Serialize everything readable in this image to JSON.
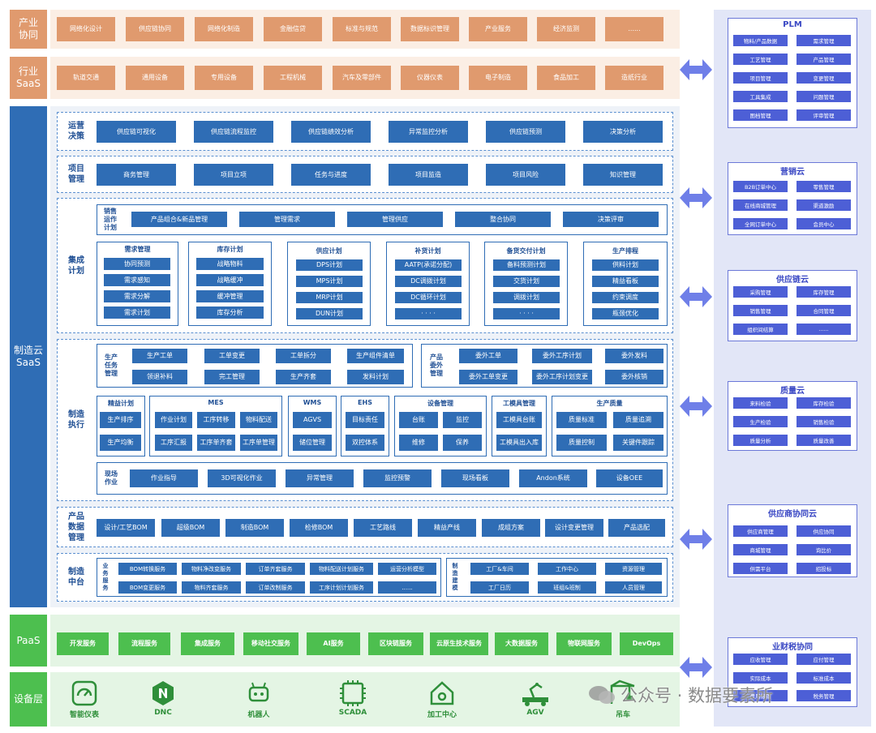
{
  "rows": {
    "industry": {
      "label": "产业\n协同",
      "items": [
        "网络化设计",
        "供应链协同",
        "网络化制造",
        "金融信贷",
        "标准与规范",
        "数据标识管理",
        "产业服务",
        "经济监测",
        "......"
      ]
    },
    "saas": {
      "label": "行业\nSaaS",
      "items": [
        "轨道交通",
        "通用设备",
        "专用设备",
        "工程机械",
        "汽车及零部件",
        "仪器仪表",
        "电子制造",
        "食品加工",
        "造纸行业"
      ]
    },
    "cloud": {
      "label": "制造云\nSaaS"
    },
    "paas": {
      "label": "PaaS",
      "items": [
        "开发服务",
        "流程服务",
        "集成服务",
        "移动社交服务",
        "AI服务",
        "区块链服务",
        "云原生技术服务",
        "大数据服务",
        "物联网服务",
        "DevOps"
      ]
    },
    "device": {
      "label": "设备层",
      "items": [
        {
          "label": "智能仪表",
          "icon": "smart-meter-icon"
        },
        {
          "label": "DNC",
          "icon": "dnc-icon"
        },
        {
          "label": "机器人",
          "icon": "robot-icon"
        },
        {
          "label": "SCADA",
          "icon": "scada-chip-icon"
        },
        {
          "label": "加工中心",
          "icon": "machining-center-icon"
        },
        {
          "label": "AGV",
          "icon": "agv-icon"
        },
        {
          "label": "吊车",
          "icon": "crane-icon"
        }
      ]
    }
  },
  "ops": {
    "label": "运营\n决策",
    "items": [
      "供应链可视化",
      "供应链流程监控",
      "供应链绩效分析",
      "异常监控分析",
      "供应链预测",
      "决策分析"
    ]
  },
  "proj": {
    "label": "项目\n管理",
    "items": [
      "商务管理",
      "项目立项",
      "任务与进度",
      "项目监造",
      "项目风险",
      "知识管理"
    ]
  },
  "plan": {
    "label": "集成\n计划",
    "sales": {
      "label": "销售\n运作\n计划",
      "items": [
        "产品组合&新品管理",
        "管理需求",
        "管理供应",
        "整合协同",
        "决策评审"
      ]
    },
    "groups": [
      {
        "title": "需求管理",
        "items": [
          "协同预测",
          "需求感知",
          "需求分解",
          "需求计划"
        ]
      },
      {
        "title": "库存计划",
        "items": [
          "战略物料",
          "战略缓冲",
          "缓冲管理",
          "库存分析"
        ]
      },
      {
        "title": "供应计划",
        "items": [
          "DPS计划",
          "MPS计划",
          "MRP计划",
          "DUN计划"
        ]
      },
      {
        "title": "补货计划",
        "items": [
          "AATP(承诺分配)",
          "DC调拨计划",
          "DC循环计划",
          "· · · ·"
        ]
      },
      {
        "title": "备货交付计划",
        "items": [
          "备料预测计划",
          "交货计划",
          "调拨计划",
          "· · · ·"
        ]
      },
      {
        "title": "生产排程",
        "items": [
          "供料计划",
          "精益看板",
          "约束调度",
          "瓶颈优化"
        ]
      }
    ]
  },
  "exec": {
    "label": "制造\n执行",
    "task": {
      "label": "生产\n任务\n管理",
      "items": [
        "生产工单",
        "工单变更",
        "工单拆分",
        "生产组件清单",
        "领退补料",
        "完工管理",
        "生产齐套",
        "发料计划"
      ]
    },
    "outsource": {
      "label": "产品\n委外\n管理",
      "items": [
        "委外工单",
        "委外工序计划",
        "委外发料",
        "委外工单变更",
        "委外工序计划变更",
        "委外核销"
      ]
    },
    "lean": {
      "title": "精益计划",
      "items": [
        "生产排序",
        "生产均衡"
      ]
    },
    "mes": {
      "title": "MES",
      "items": [
        "作业计划",
        "工序转移",
        "物料配送",
        "工序汇报",
        "工序单齐套",
        "工序单管理"
      ]
    },
    "wms": {
      "title": "WMS",
      "items": [
        "AGVS",
        "储位管理"
      ]
    },
    "ehs": {
      "title": "EHS",
      "items": [
        "目标责任",
        "双控体系"
      ]
    },
    "equip": {
      "title": "设备管理",
      "items": [
        "台账",
        "监控",
        "维修",
        "保养"
      ]
    },
    "tool": {
      "title": "工模具管理",
      "items": [
        "工模具台账",
        "工模具出入库"
      ]
    },
    "quality": {
      "title": "生产质量",
      "items": [
        "质量标准",
        "质量追溯",
        "质量控制",
        "关键件跟踪"
      ]
    },
    "site": {
      "label": "现场\n作业",
      "items": [
        "作业指导",
        "3D可视化作业",
        "异常管理",
        "监控预警",
        "现场看板",
        "Andon系统",
        "设备OEE"
      ]
    }
  },
  "pdm": {
    "label": "产品\n数据\n管理",
    "items": [
      "设计/工艺BOM",
      "超级BOM",
      "制造BOM",
      "检修BOM",
      "工艺路线",
      "精益产线",
      "成组方案",
      "设计变更管理",
      "产品选配"
    ]
  },
  "mid": {
    "label": "制造\n中台",
    "biz": {
      "label": "业\n务\n服\n务",
      "items": [
        "BOM转换服务",
        "物料净改变服务",
        "订单齐套服务",
        "物料配送计划服务",
        "运营分析模型",
        "BOM变更服务",
        "物料齐套服务",
        "订单改制服务",
        "工序计划计划服务",
        "......"
      ]
    },
    "model": {
      "label": "制\n造\n建\n模",
      "items": [
        "工厂&车间",
        "工作中心",
        "资源管理",
        "工厂日历",
        "班组&班制",
        "人员管理"
      ]
    }
  },
  "right": [
    {
      "title": "PLM",
      "items": [
        "物料/产品数据",
        "需求管理",
        "工艺管理",
        "产品管理",
        "项目管理",
        "变更管理",
        "工具集成",
        "问题管理",
        "图档管理",
        "评审管理"
      ]
    },
    {
      "title": "营销云",
      "items": [
        "B2B订单中心",
        "零售管理",
        "在线商城管理",
        "渠道激励",
        "全网订单中心",
        "会员中心"
      ]
    },
    {
      "title": "供应链云",
      "items": [
        "采购管理",
        "库存管理",
        "销售管理",
        "合同管理",
        "组织间结算",
        "......"
      ]
    },
    {
      "title": "质量云",
      "items": [
        "来料检验",
        "库存检验",
        "生产检验",
        "销售检验",
        "质量分析",
        "质量改善"
      ]
    },
    {
      "title": "供应商协同云",
      "items": [
        "供应商管理",
        "供应协同",
        "商城管理",
        "询比价",
        "供需平台",
        "招投标"
      ]
    },
    {
      "title": "业财税协同",
      "items": [
        "应收管理",
        "应付管理",
        "实际成本",
        "标准成本",
        "费用报销",
        "税务管理"
      ]
    }
  ],
  "watermark": "公众号 · 数据要素所",
  "colors": {
    "orange": "#e09a6e",
    "blue": "#2f6db5",
    "green": "#4dbf4f",
    "purple": "#4d5fd6",
    "arrow": "#6f7fe8"
  }
}
